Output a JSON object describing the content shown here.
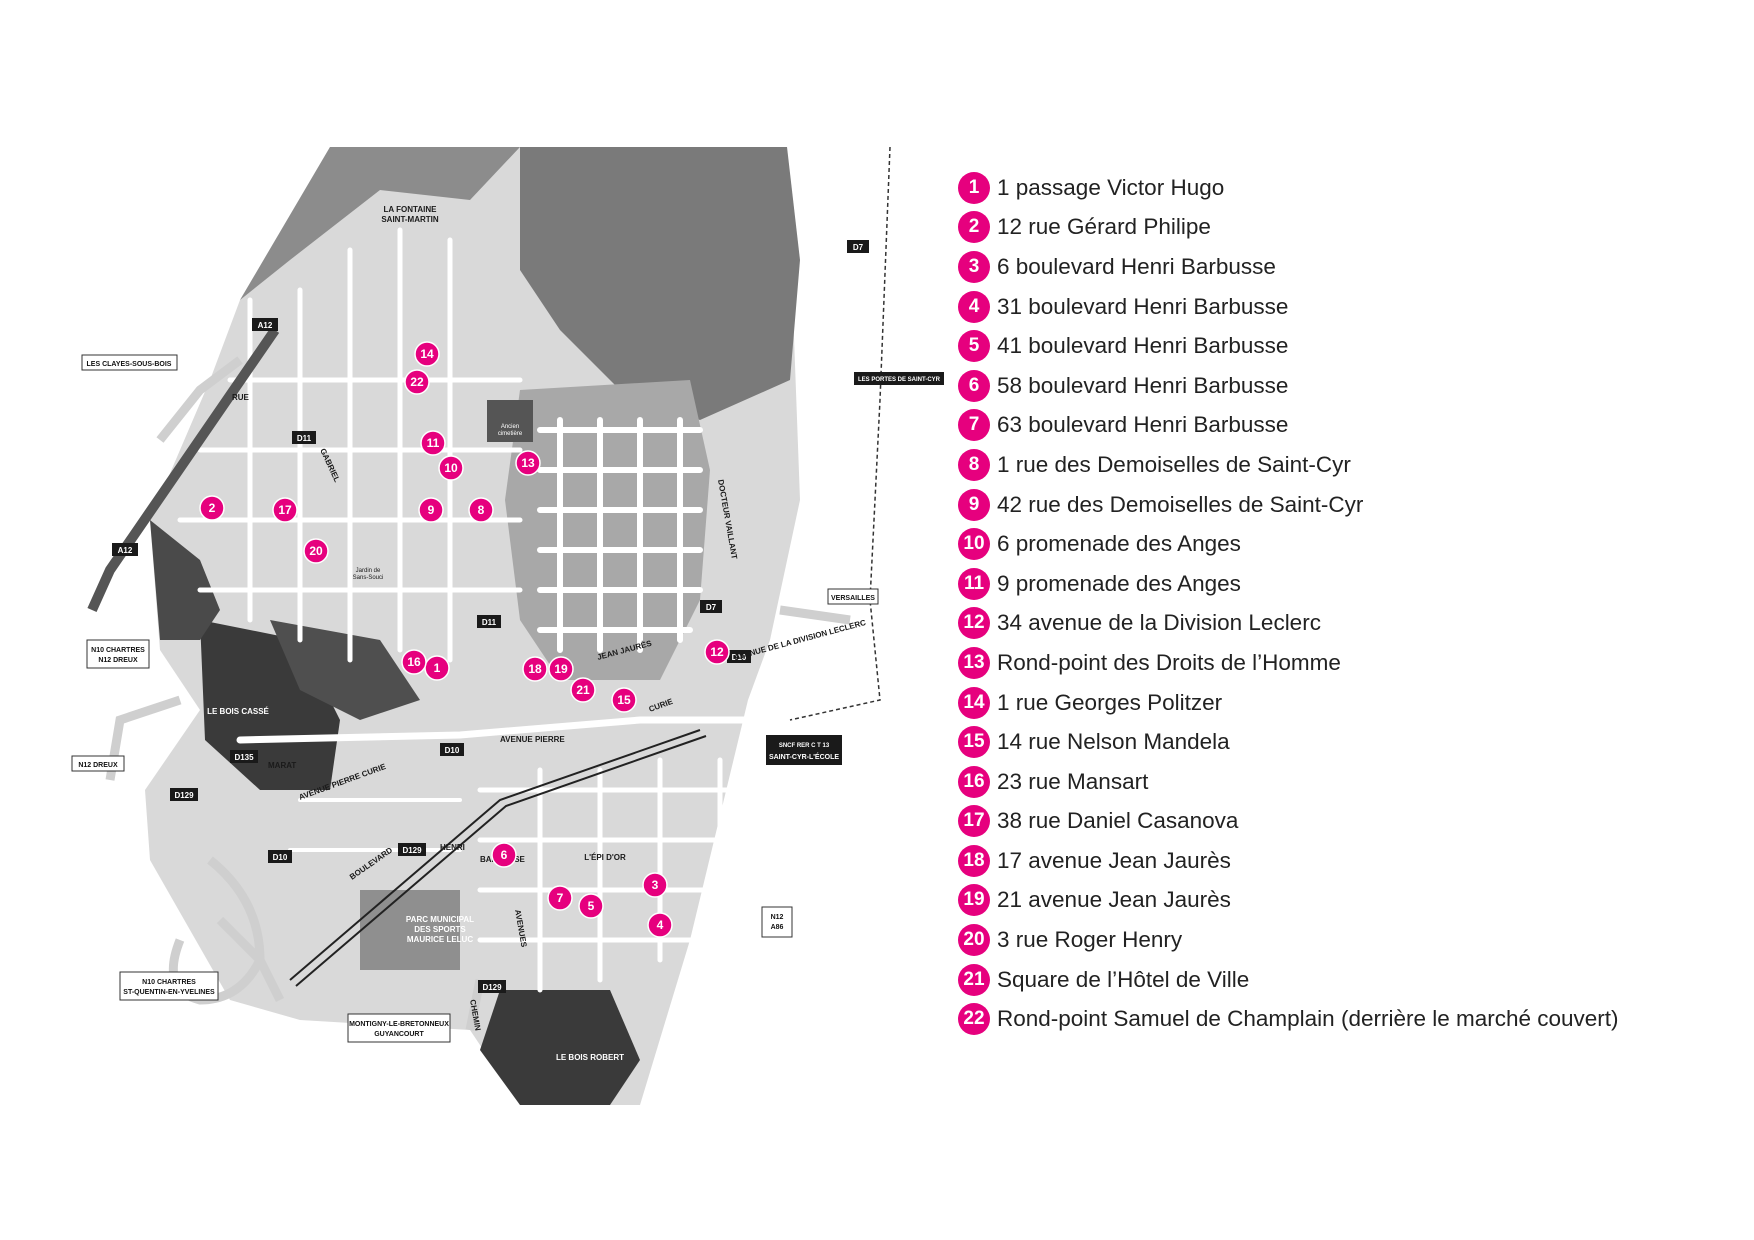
{
  "map": {
    "districts": {
      "fontaine": "LA FONTAINE\nSAINT-MARTIN",
      "bois_casse": "LE BOIS CASSÉ",
      "epi_dor": "L'ÉPI D'OR",
      "bois_robert": "LE BOIS ROBERT",
      "parc_sports": "PARC MUNICIPAL\nDES SPORTS\nMAURICE LELUC",
      "jardin": "Jardin de\nSans-Souci",
      "ancien_cimetiere": "Ancien\ncimetière"
    },
    "roads": {
      "a12_top": "A12",
      "a12_left": "A12",
      "d11_a": "D11",
      "d11_b": "D11",
      "d7_top": "D7",
      "d7_mid": "D7",
      "d10_right": "D10",
      "d10_mid": "D10",
      "d10_left": "D10",
      "d135": "D135",
      "d129_a": "D129",
      "d129_b": "D129",
      "d129_c": "D129"
    },
    "streets": {
      "rue": "RUE",
      "gabriel": "GABRIEL",
      "avenue_pierre_curie": "AVENUE  PIERRE  CURIE",
      "avenue_pierre": "AVENUE   PIERRE",
      "curie": "CURIE",
      "boulevard": "BOULEVARD",
      "henri": "HENRI",
      "barbusse": "BARBUSSE",
      "jean_jaures": "JEAN  JAURÈS",
      "avenue_division": "AVENUE DE LA DIVISION LECLERC",
      "docteur_vaillant": "DOCTEUR  VAILLANT",
      "marat": "MARAT",
      "avenues": "AVENUES",
      "chemin": "CHEMIN"
    },
    "destinations": {
      "claves": "LES CLAYES-SOUS-BOIS",
      "n10_dreux": "N10 CHARTRES\nN12 DREUX",
      "n12_dreux": "N12 DREUX",
      "n10_sqy": "N10 CHARTRES\nST-QUENTIN-EN-YVELINES",
      "montigny": "MONTIGNY-LE-BRETONNEUX\nGUYANCOURT",
      "versailles": "VERSAILLES",
      "n12_a86": "N12\nA86",
      "portes_stcyr": "LES PORTES DE SAINT-CYR",
      "station": "SAINT-CYR-L'ÉCOLE",
      "station_lines": "SNCF  RER C  T  13"
    },
    "markers": [
      {
        "n": "1"
      },
      {
        "n": "2"
      },
      {
        "n": "3"
      },
      {
        "n": "4"
      },
      {
        "n": "5"
      },
      {
        "n": "6"
      },
      {
        "n": "7"
      },
      {
        "n": "8"
      },
      {
        "n": "9"
      },
      {
        "n": "10"
      },
      {
        "n": "11"
      },
      {
        "n": "12"
      },
      {
        "n": "13"
      },
      {
        "n": "14"
      },
      {
        "n": "15"
      },
      {
        "n": "16"
      },
      {
        "n": "17"
      },
      {
        "n": "18"
      },
      {
        "n": "19"
      },
      {
        "n": "20"
      },
      {
        "n": "21"
      },
      {
        "n": "22"
      }
    ]
  },
  "legend": [
    {
      "num": "1",
      "text": "1 passage Victor Hugo"
    },
    {
      "num": "2",
      "text": "12 rue Gérard Philipe"
    },
    {
      "num": "3",
      "text": "6 boulevard Henri Barbusse"
    },
    {
      "num": "4",
      "text": "31 boulevard Henri Barbusse"
    },
    {
      "num": "5",
      "text": "41 boulevard Henri Barbusse"
    },
    {
      "num": "6",
      "text": "58 boulevard Henri Barbusse"
    },
    {
      "num": "7",
      "text": "63 boulevard Henri Barbusse"
    },
    {
      "num": "8",
      "text": "1 rue des Demoiselles de Saint-Cyr"
    },
    {
      "num": "9",
      "text": "42 rue des Demoiselles de Saint-Cyr"
    },
    {
      "num": "10",
      "text": "6 promenade des Anges"
    },
    {
      "num": "11",
      "text": "9 promenade des Anges"
    },
    {
      "num": "12",
      "text": "34 avenue de la Division Leclerc"
    },
    {
      "num": "13",
      "text": "Rond-point des Droits de l’Homme"
    },
    {
      "num": "14",
      "text": "1 rue Georges Politzer"
    },
    {
      "num": "15",
      "text": "14 rue Nelson Mandela"
    },
    {
      "num": "16",
      "text": "23 rue Mansart"
    },
    {
      "num": "17",
      "text": "38 rue Daniel Casanova"
    },
    {
      "num": "18",
      "text": "17 avenue Jean Jaurès"
    },
    {
      "num": "19",
      "text": "21 avenue Jean Jaurès"
    },
    {
      "num": "20",
      "text": "3 rue Roger Henry"
    },
    {
      "num": "21",
      "text": "Square de l’Hôtel de Ville"
    },
    {
      "num": "22",
      "text": "Rond-point Samuel de Champlain (derrière le marché couvert)"
    }
  ],
  "colors": {
    "marker": "#e6007e",
    "map_dark": "#7a7a7a",
    "map_mid": "#9b9b9b",
    "map_light": "#d9d9d9",
    "road_white": "#ffffff",
    "woods": "#3a3a3a"
  }
}
